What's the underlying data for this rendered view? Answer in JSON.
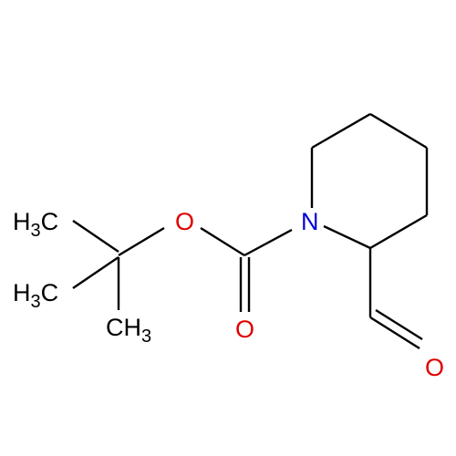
{
  "molecule": {
    "atoms": {
      "ch3_top": {
        "main": "H",
        "sub": "3",
        "tail": "C"
      },
      "ch3_mid": {
        "main": "H",
        "sub": "3",
        "tail": "C"
      },
      "ch3_bottom": {
        "main": "CH",
        "sub": "3"
      },
      "ester_o": "O",
      "carbonyl_o": "O",
      "ring_n": "N",
      "aldehyde_o": "O"
    },
    "colors": {
      "bond": "#000000",
      "oxygen": "#e00000",
      "nitrogen": "#0000d8",
      "background": "#ffffff"
    }
  }
}
